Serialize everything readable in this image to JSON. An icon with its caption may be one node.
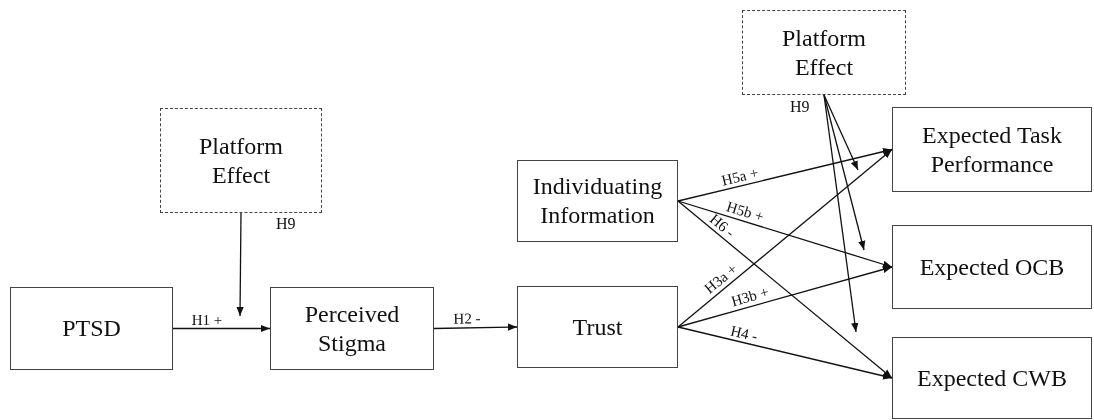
{
  "diagram": {
    "nodes": [
      {
        "text": [
          "Platform Effect"
        ],
        "beside": [
          "H9"
        ]
      },
      {
        "text": [
          "PTSD"
        ]
      },
      {
        "text": [
          "Perceived Stigma"
        ]
      },
      {
        "text": [
          "Individuating Information"
        ]
      },
      {
        "text": [
          "Trust"
        ]
      },
      {
        "text": [
          "Platform Effect"
        ],
        "beside": [
          "H9"
        ]
      },
      {
        "text": [
          "Expected Task Performance"
        ]
      },
      {
        "text": [
          "Expected OCB"
        ]
      },
      {
        "text": [
          "Expected CWB"
        ]
      }
    ],
    "edges": [
      {
        "from": 1,
        "to": 2,
        "arrow": "to",
        "label": "H1 +"
      },
      {
        "from": 2,
        "to": 4,
        "arrow": "to",
        "label": "H2 -"
      },
      {
        "from": 3,
        "to": 6,
        "arrow": "to",
        "label": "H5a +"
      },
      {
        "from": 3,
        "to": 7,
        "arrow": "to",
        "label": "H5b +"
      },
      {
        "from": 3,
        "to": 8,
        "arrow": "to",
        "label": "H6 -"
      },
      {
        "from": 4,
        "to": 6,
        "arrow": "to",
        "label": "H3a +"
      },
      {
        "from": 4,
        "to": 7,
        "arrow": "to",
        "label": "H3b +"
      },
      {
        "from": 4,
        "to": 8,
        "arrow": "to",
        "label": "H4 -"
      },
      {
        "from": 0,
        "to": null,
        "arrow": "to"
      },
      {
        "from": 5,
        "to": null,
        "arrow": "to"
      },
      {
        "from": 5,
        "to": null,
        "arrow": "to"
      },
      {
        "from": 5,
        "to": null,
        "arrow": "to"
      }
    ]
  }
}
